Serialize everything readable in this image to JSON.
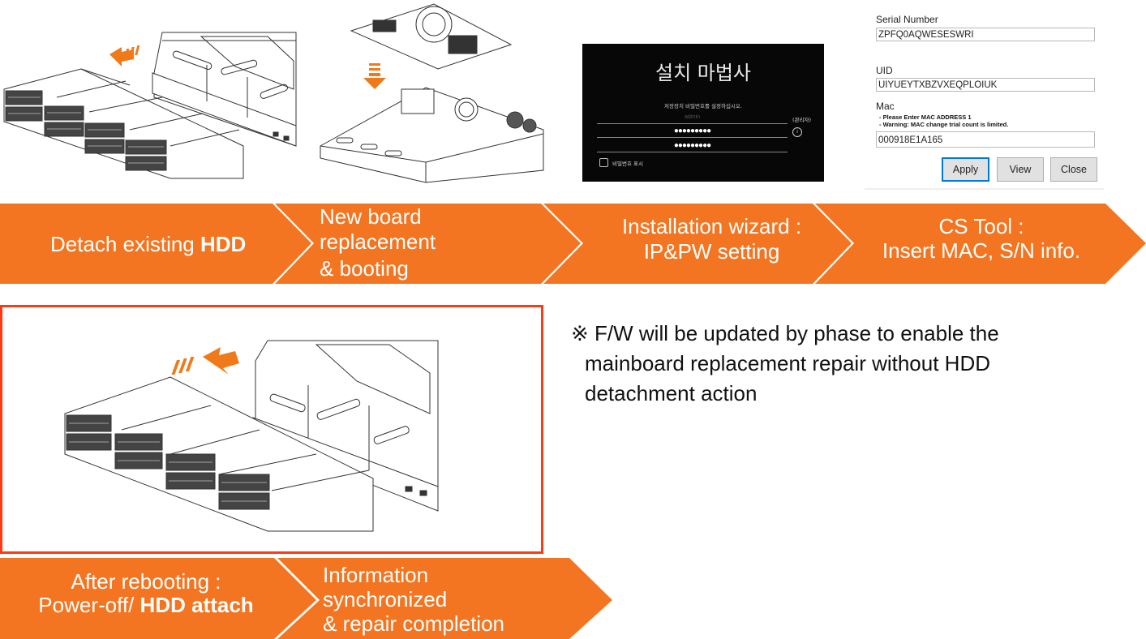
{
  "colors": {
    "accent_orange": "#F37521",
    "highlight_red": "#FF3A12",
    "wizard_bg": "#070707"
  },
  "illustrations": {
    "step1": "hdd-trays-detach-illustration",
    "step2": "mainboard-insert-illustration",
    "bottom": "hdd-trays-attach-illustration"
  },
  "wizard": {
    "title": "설치 마법사",
    "subtitle": "저장장치 비밀번호를 설정하십시오.",
    "username_value": "admin",
    "password_mask": "●●●●●●●●●",
    "confirm_mask": "●●●●●●●●●",
    "admin_tag": "(관리자)",
    "info_icon": "info-icon",
    "show_password_label": "비밀번호 표시"
  },
  "cs_tool": {
    "serial_label": "Serial Number",
    "serial_value": "ZPFQ0AQWESESWRI",
    "uid_label": "UID",
    "uid_value": "UIYUEYTXBZVXEQPLOIUK",
    "mac_label": "Mac",
    "mac_notes": [
      "- Please Enter MAC ADDRESS 1",
      "- Warning: MAC change trial count is limited."
    ],
    "mac_value": "000918E1A165",
    "buttons": {
      "apply": "Apply",
      "view": "View",
      "close": "Close"
    }
  },
  "top_steps": [
    {
      "pre": "Detach existing ",
      "bold": "HDD"
    },
    {
      "lines": [
        "New board",
        "replacement",
        "& booting"
      ]
    },
    {
      "lines": [
        "Installation wizard :",
        "IP&PW setting"
      ]
    },
    {
      "lines": [
        "CS Tool :",
        "Insert MAC, S/N info."
      ]
    }
  ],
  "bottom_steps": [
    {
      "line1": "After rebooting  :",
      "line2_pre": "Power-off/ ",
      "line2_bold": "HDD attach"
    },
    {
      "lines": [
        "Information",
        "synchronized",
        "& repair completion"
      ]
    }
  ],
  "note": {
    "symbol": "※",
    "lines": [
      "F/W will be updated by phase to enable the",
      "mainboard replacement repair without HDD",
      "detachment action"
    ]
  }
}
